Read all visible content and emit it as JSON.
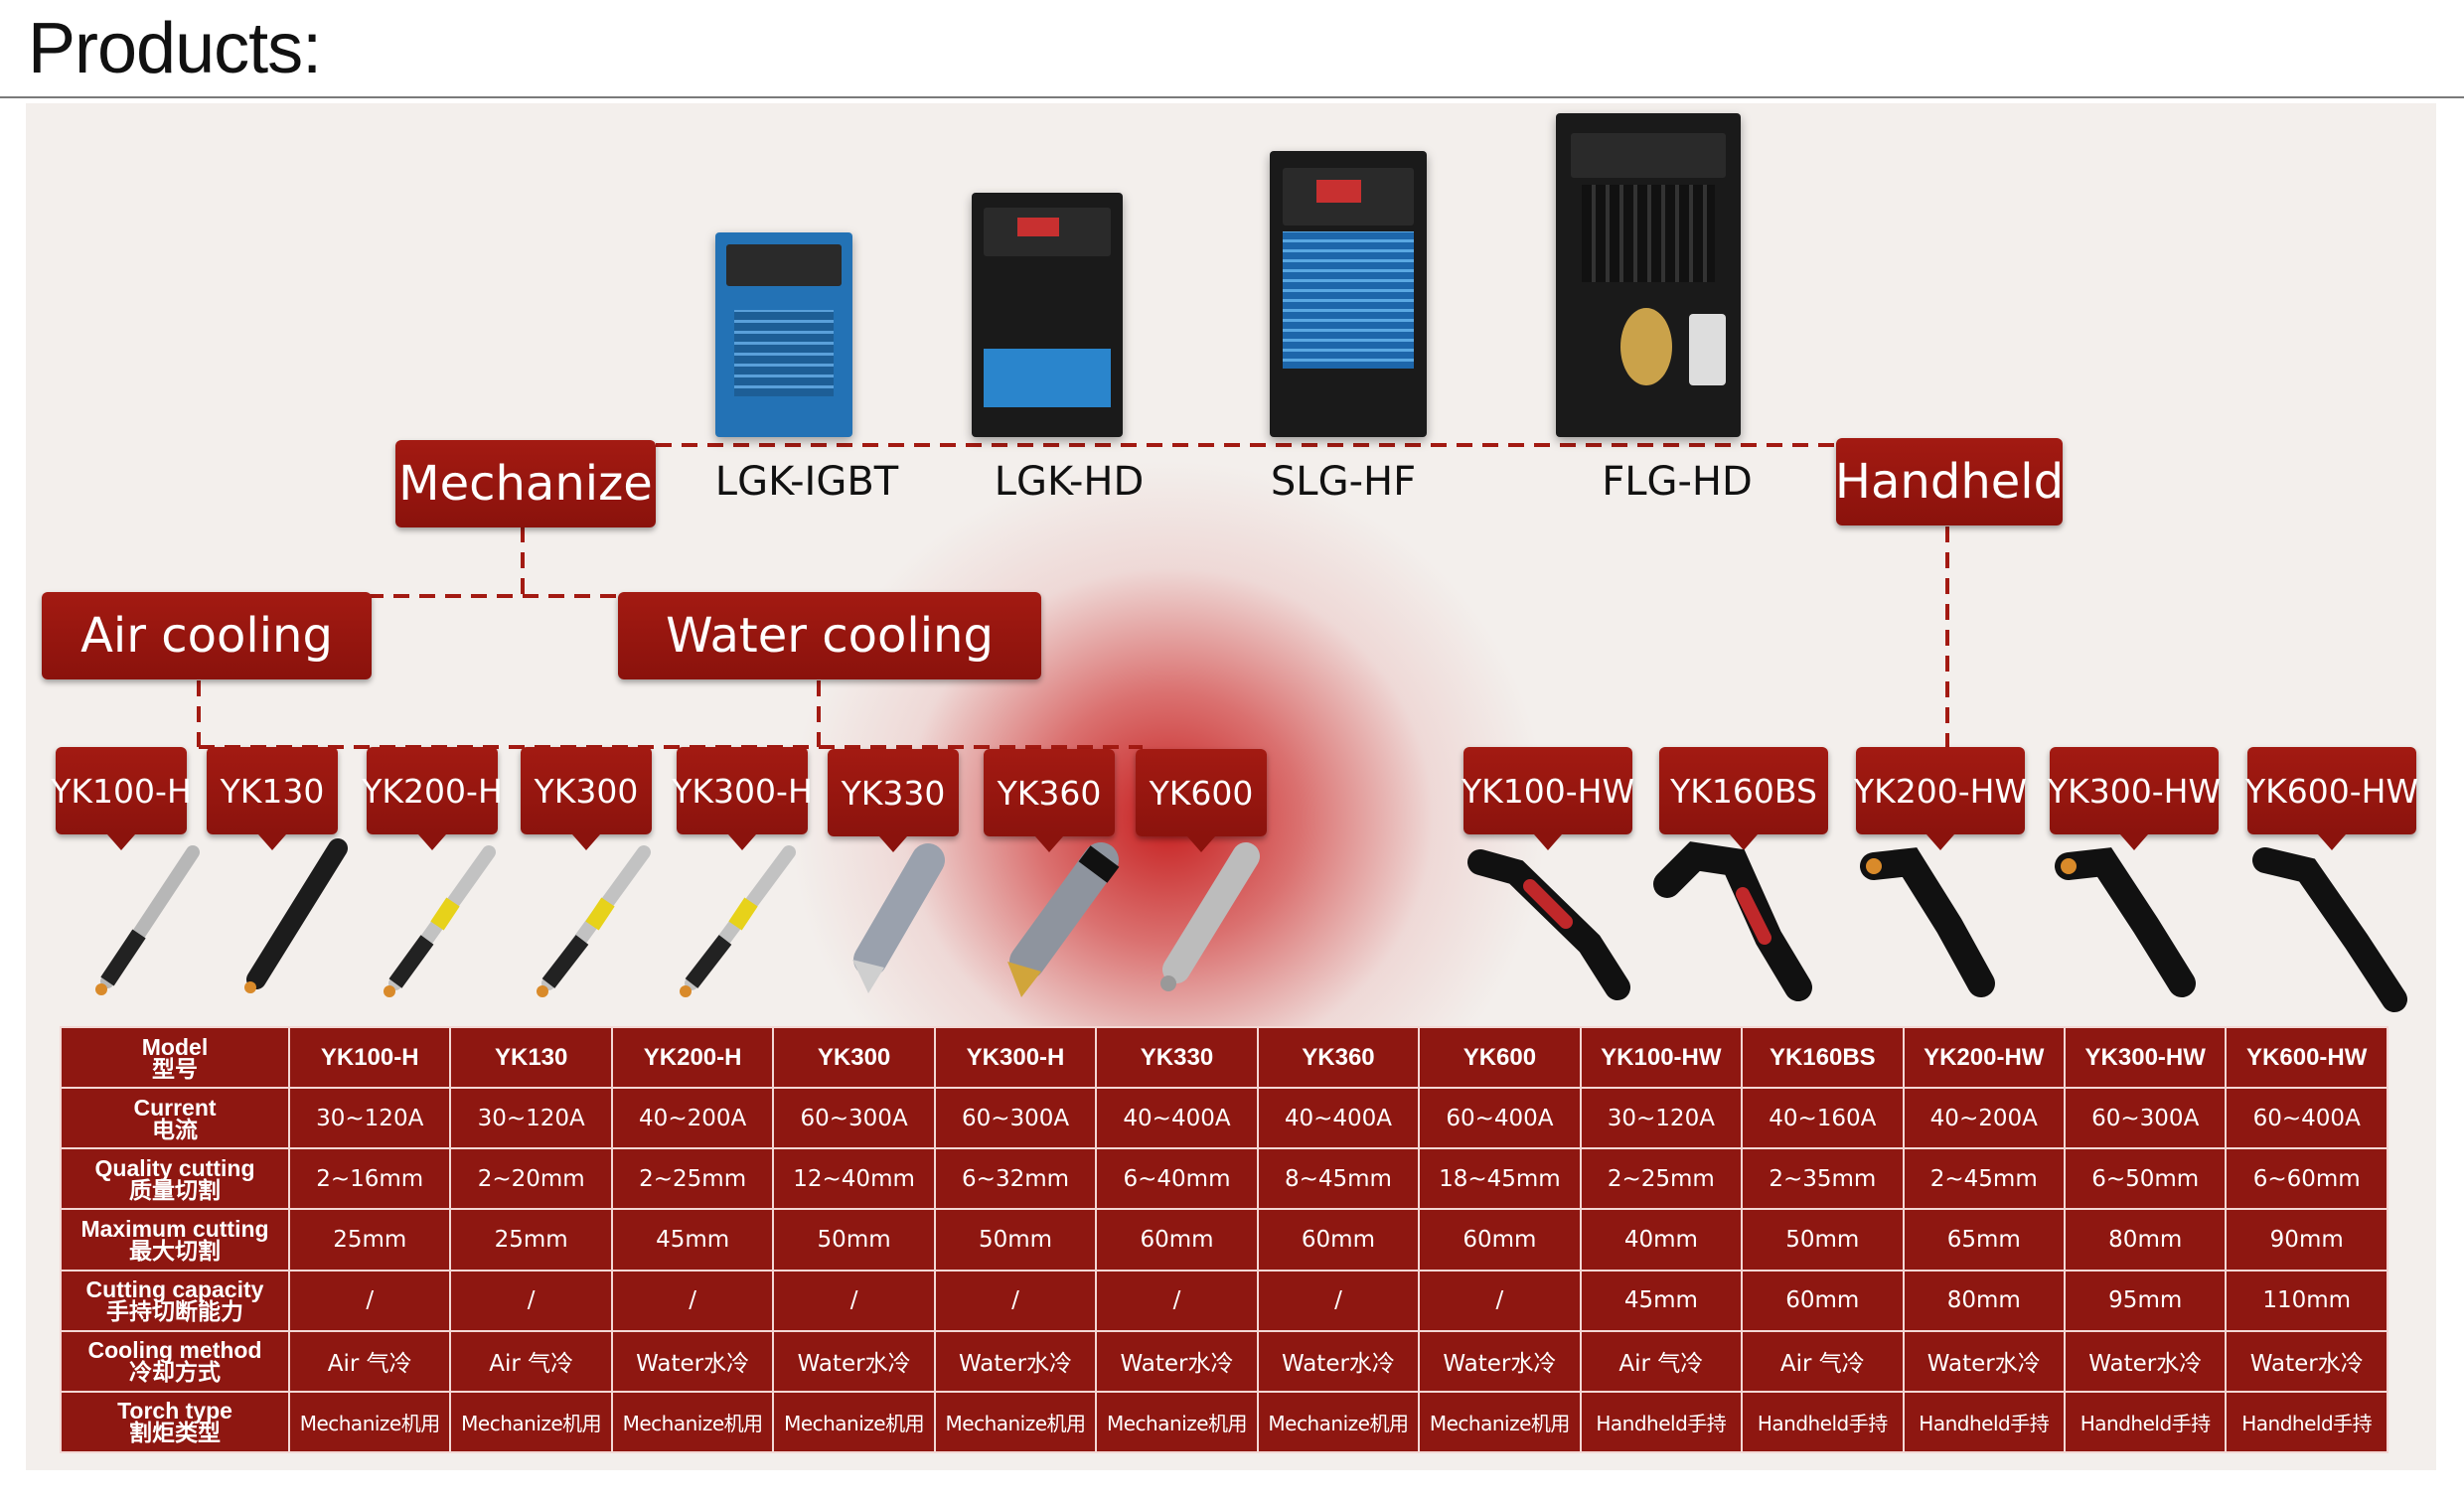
{
  "page": {
    "title": "Products:"
  },
  "categories": {
    "mechanize": "Mechanize",
    "handheld": "Handheld",
    "air_cooling": "Air cooling",
    "water_cooling": "Water cooling"
  },
  "machines": [
    {
      "name": "LGK-IGBT",
      "style": "blue"
    },
    {
      "name": "LGK-HD",
      "style": "black-blue"
    },
    {
      "name": "SLG-HF",
      "style": "black-blue"
    },
    {
      "name": "FLG-HD",
      "style": "black"
    }
  ],
  "torches": [
    "YK100-H",
    "YK130",
    "YK200-H",
    "YK300",
    "YK300-H",
    "YK330",
    "YK360",
    "YK600",
    "YK100-HW",
    "YK160BS",
    "YK200-HW",
    "YK300-HW",
    "YK600-HW"
  ],
  "table": {
    "rows": [
      {
        "label": [
          "Model",
          "型号"
        ],
        "values": [
          "YK100-H",
          "YK130",
          "YK200-H",
          "YK300",
          "YK300-H",
          "YK330",
          "YK360",
          "YK600",
          "YK100-HW",
          "YK160BS",
          "YK200-HW",
          "YK300-HW",
          "YK600-HW"
        ]
      },
      {
        "label": [
          "Current",
          "电流"
        ],
        "values": [
          "30~120A",
          "30~120A",
          "40~200A",
          "60~300A",
          "60~300A",
          "40~400A",
          "40~400A",
          "60~400A",
          "30~120A",
          "40~160A",
          "40~200A",
          "60~300A",
          "60~400A"
        ]
      },
      {
        "label": [
          "Quality cutting",
          "质量切割"
        ],
        "values": [
          "2~16mm",
          "2~20mm",
          "2~25mm",
          "12~40mm",
          "6~32mm",
          "6~40mm",
          "8~45mm",
          "18~45mm",
          "2~25mm",
          "2~35mm",
          "2~45mm",
          "6~50mm",
          "6~60mm"
        ]
      },
      {
        "label": [
          "Maximum cutting",
          "最大切割"
        ],
        "values": [
          "25mm",
          "25mm",
          "45mm",
          "50mm",
          "50mm",
          "60mm",
          "60mm",
          "60mm",
          "40mm",
          "50mm",
          "65mm",
          "80mm",
          "90mm"
        ]
      },
      {
        "label": [
          "Cutting capacity",
          "手持切断能力"
        ],
        "values": [
          "/",
          "/",
          "/",
          "/",
          "/",
          "/",
          "/",
          "/",
          "45mm",
          "60mm",
          "80mm",
          "95mm",
          "110mm"
        ]
      },
      {
        "label": [
          "Cooling method",
          "冷却方式"
        ],
        "values": [
          "Air 气冷",
          "Air 气冷",
          "Water水冷",
          "Water水冷",
          "Water水冷",
          "Water水冷",
          "Water水冷",
          "Water水冷",
          "Air 气冷",
          "Air 气冷",
          "Water水冷",
          "Water水冷",
          "Water水冷"
        ]
      },
      {
        "label": [
          "Torch type",
          "割炬类型"
        ],
        "values": [
          "Mechanize机用",
          "Mechanize机用",
          "Mechanize机用",
          "Mechanize机用",
          "Mechanize机用",
          "Mechanize机用",
          "Mechanize机用",
          "Mechanize机用",
          "Handheld手持",
          "Handheld手持",
          "Handheld手持",
          "Handheld手持",
          "Handheld手持"
        ]
      }
    ]
  },
  "colors": {
    "accent": "#8e1711",
    "line": "#a31a12",
    "panel": "#f3efec"
  }
}
